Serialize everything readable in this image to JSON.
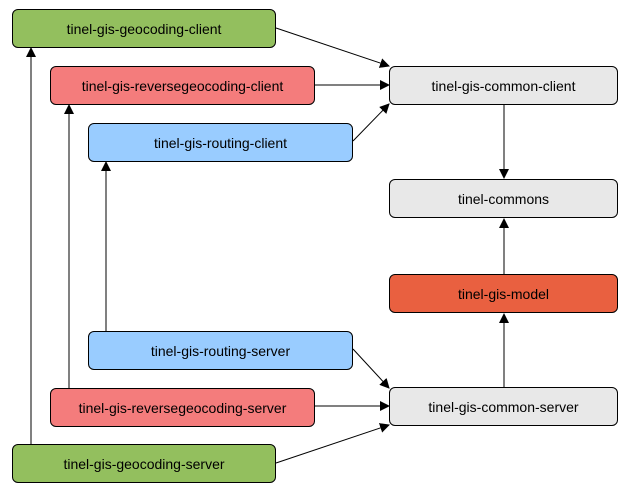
{
  "colors": {
    "green": "#93bf5e",
    "red": "#f47c7c",
    "blue": "#99ccff",
    "gray": "#e8e8e8",
    "orange": "#e96040",
    "arrow": "#000000"
  },
  "nodes": {
    "geocoding_client": {
      "label": "tinel-gis-geocoding-client",
      "color": "green"
    },
    "reversegeocoding_client": {
      "label": "tinel-gis-reversegeocoding-client",
      "color": "red"
    },
    "routing_client": {
      "label": "tinel-gis-routing-client",
      "color": "blue"
    },
    "common_client": {
      "label": "tinel-gis-common-client",
      "color": "gray"
    },
    "commons": {
      "label": "tinel-commons",
      "color": "gray"
    },
    "model": {
      "label": "tinel-gis-model",
      "color": "orange"
    },
    "routing_server": {
      "label": "tinel-gis-routing-server",
      "color": "blue"
    },
    "reversegeocoding_server": {
      "label": "tinel-gis-reversegeocoding-server",
      "color": "red"
    },
    "common_server": {
      "label": "tinel-gis-common-server",
      "color": "gray"
    },
    "geocoding_server": {
      "label": "tinel-gis-geocoding-server",
      "color": "green"
    }
  },
  "edges": [
    {
      "from": "geocoding_client",
      "to": "common_client"
    },
    {
      "from": "reversegeocoding_client",
      "to": "common_client"
    },
    {
      "from": "routing_client",
      "to": "common_client"
    },
    {
      "from": "common_client",
      "to": "commons"
    },
    {
      "from": "model",
      "to": "commons"
    },
    {
      "from": "common_server",
      "to": "model"
    },
    {
      "from": "routing_server",
      "to": "common_server"
    },
    {
      "from": "reversegeocoding_server",
      "to": "common_server"
    },
    {
      "from": "geocoding_server",
      "to": "common_server"
    },
    {
      "from": "routing_server",
      "to": "routing_client"
    },
    {
      "from": "reversegeocoding_server",
      "to": "reversegeocoding_client"
    },
    {
      "from": "geocoding_server",
      "to": "geocoding_client"
    }
  ]
}
